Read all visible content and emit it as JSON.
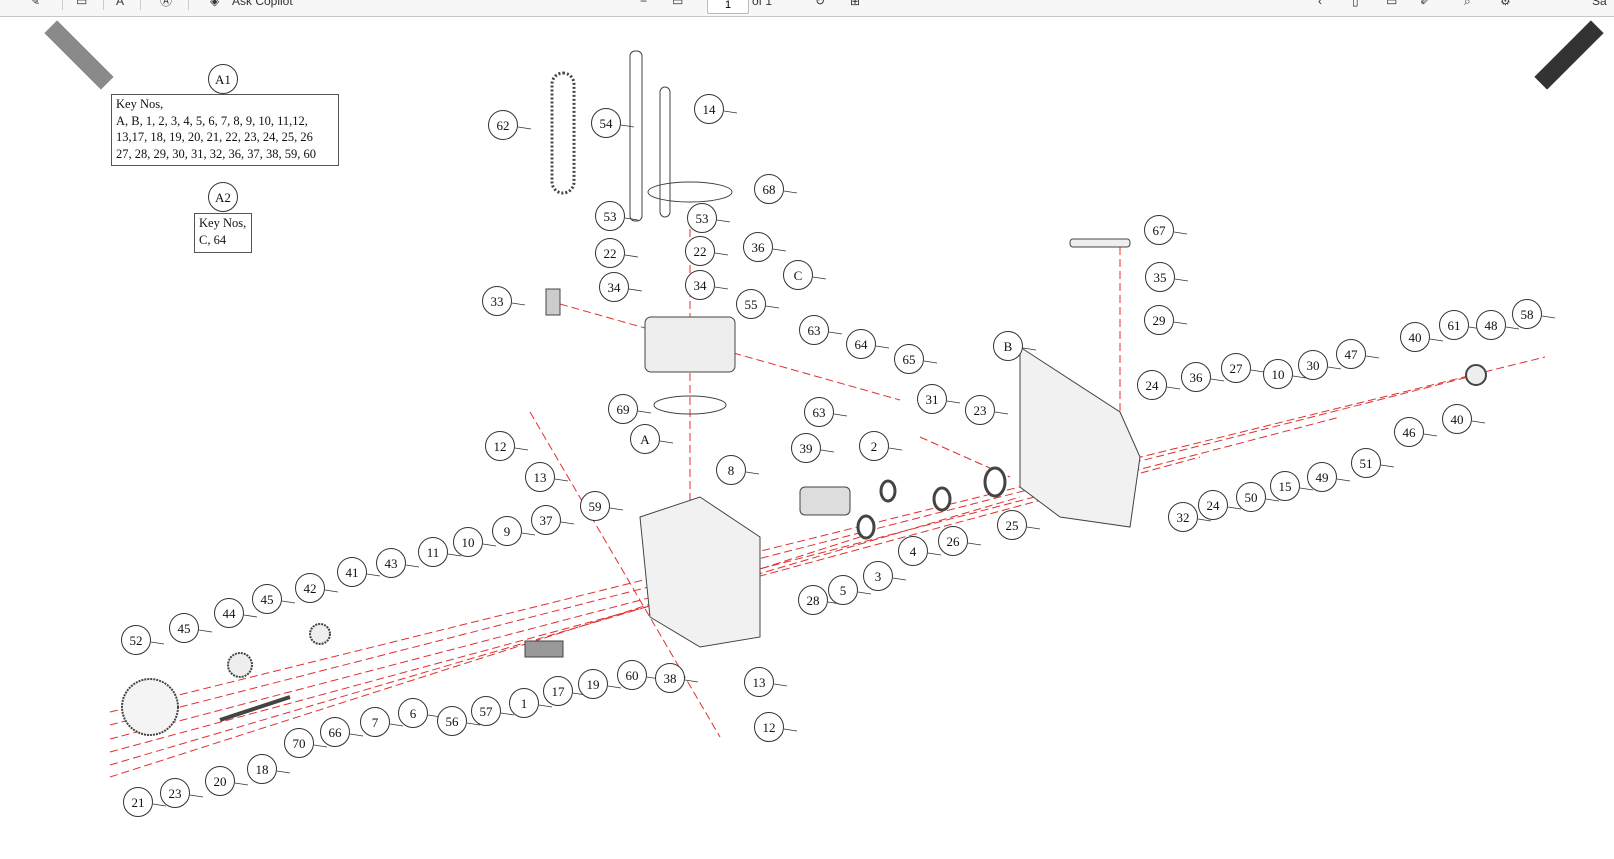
{
  "toolbar": {
    "ask_copilot_label": "Ask Copilot",
    "page_current": "1",
    "page_total": "of 1",
    "right_label": "Sa"
  },
  "key_groups": [
    {
      "tag": "A1",
      "title": "Key Nos,",
      "lines": [
        "A, B, 1, 2, 3, 4, 5, 6, 7, 8, 9, 10, 11,12,",
        "13,17, 18, 19, 20, 21, 22, 23, 24, 25, 26",
        "27, 28, 29, 30, 31, 32, 36, 37, 38, 59, 60"
      ]
    },
    {
      "tag": "A2",
      "title": "Key Nos,",
      "lines": [
        "C, 64"
      ]
    }
  ],
  "callouts": [
    "62",
    "54",
    "14",
    "68",
    "53",
    "53",
    "22",
    "22",
    "36",
    "34",
    "34",
    "33",
    "55",
    "C",
    "63",
    "64",
    "65",
    "63",
    "69",
    "12",
    "13",
    "A",
    "8",
    "39",
    "2",
    "31",
    "23",
    "59",
    "37",
    "9",
    "10",
    "11",
    "43",
    "41",
    "42",
    "45",
    "44",
    "45",
    "52",
    "26",
    "4",
    "3",
    "5",
    "28",
    "25",
    "B",
    "67",
    "35",
    "29",
    "24",
    "36",
    "27",
    "10",
    "30",
    "47",
    "40",
    "61",
    "48",
    "58",
    "46",
    "40",
    "51",
    "49",
    "15",
    "50",
    "24",
    "32",
    "60",
    "38",
    "13",
    "12",
    "19",
    "17",
    "1",
    "57",
    "56",
    "6",
    "7",
    "66",
    "70",
    "18",
    "20",
    "23",
    "21"
  ],
  "colors": {
    "leader_line": "#e03030",
    "part_stroke": "#444444",
    "corner_shadow": "#8a8a8a"
  }
}
